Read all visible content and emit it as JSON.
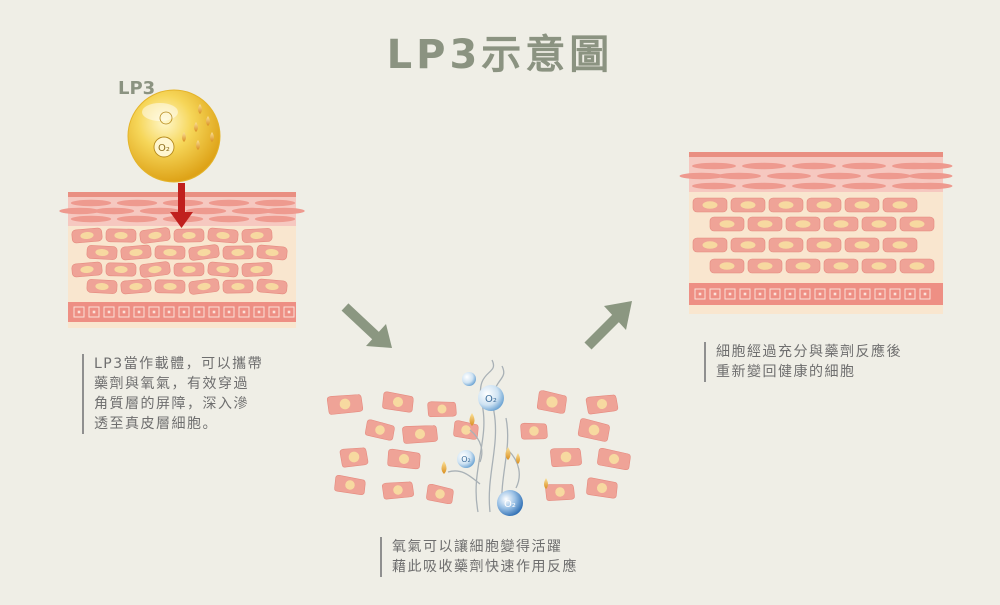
{
  "title": "LP3示意圖",
  "capsule_label": "LP3",
  "oxygen_label": "O₂",
  "captions": {
    "step1": [
      "LP3當作載體，可以攜帶",
      "藥劑與氧氣，有效穿過",
      "角質層的屏障，深入滲",
      "透至真皮層細胞。"
    ],
    "step2": [
      "氧氣可以讓細胞變得活躍",
      "藉此吸收藥劑快速作用反應"
    ],
    "step3": [
      "細胞經過充分與藥劑反應後",
      "重新變回健康的細胞"
    ]
  },
  "colors": {
    "background": "#efeee6",
    "title": "#8b9381",
    "arrow": "#8b9781",
    "cell": "#efa397",
    "cell_nucleus": "#f7d9a0",
    "skin_top": "#f6c8c0",
    "dermis": "#f9e6cf",
    "injection_arrow": "#c0201e",
    "capsule": "#f3c93a"
  }
}
